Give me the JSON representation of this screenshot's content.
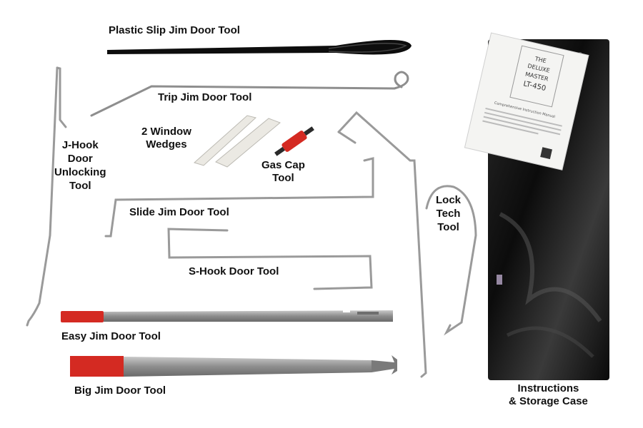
{
  "labels": {
    "plastic_slip": "Plastic Slip Jim Door Tool",
    "trip_jim": "Trip Jim Door Tool",
    "window_wedges": "2 Window\nWedges",
    "gas_cap": "Gas Cap\nTool",
    "j_hook": "J-Hook\nDoor\nUnlocking\nTool",
    "slide_jim": "Slide Jim Door Tool",
    "s_hook": "S-Hook Door Tool",
    "lock_tech": "Lock\nTech\nTool",
    "easy_jim": "Easy Jim Door Tool",
    "big_jim": "Big Jim Door Tool",
    "instructions": "Instructions\n& Storage Case"
  },
  "manual": {
    "title_line1": "THE",
    "title_line2": "DELUXE",
    "title_line3": "MASTER",
    "title_line4": "LT-450",
    "subtitle": "Comprehensive Instruction Manual"
  },
  "colors": {
    "background": "#ffffff",
    "metal": "#8e8e8e",
    "handle_red": "#d42a22",
    "case_black": "#141414",
    "wedge": "#e8e6e0"
  }
}
